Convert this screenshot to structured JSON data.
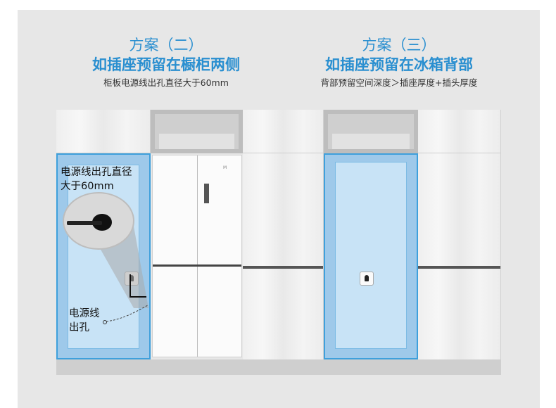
{
  "plan2": {
    "title": "方案（二）",
    "main": "如插座预留在橱柜两侧",
    "sub": "柜板电源线出孔直径大于60mm"
  },
  "plan3": {
    "title": "方案（三）",
    "main": "如插座预留在冰箱背部",
    "sub": "背部预留空间深度＞插座厚度+插头厚度"
  },
  "annotations": {
    "hole_diameter_line1": "电源线出孔直径",
    "hole_diameter_line2": "大于60mm",
    "cable_hole_line1": "电源线",
    "cable_hole_line2": "出孔"
  },
  "colors": {
    "accent": "#2a8fd0",
    "highlight_outer": "#9ec9ea",
    "highlight_inner": "#c8e3f6"
  }
}
